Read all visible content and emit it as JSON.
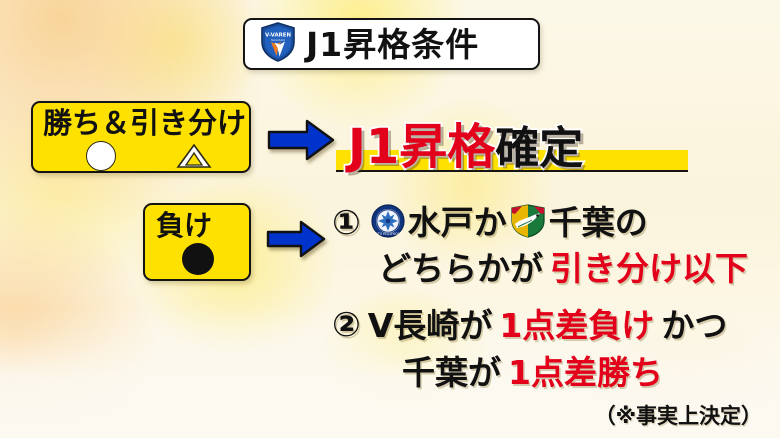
{
  "header": {
    "title": "J1昇格条件",
    "logo_name": "v-varen-nagasaki-crest-icon",
    "logo_text": "V-VAREN"
  },
  "colors": {
    "plate_yellow": "#ffe100",
    "accent_red": "#e2001a",
    "arrow_blue": "#0033cc",
    "text_black": "#111111",
    "plate_white": "#ffffff",
    "background_cream": "#fbf6e6"
  },
  "conditions": {
    "win_plate": {
      "label": "勝ち＆引き分け",
      "marks": [
        "○",
        "△"
      ]
    },
    "win_result": {
      "arrow": "right-arrow-icon",
      "red_text": "J1昇格",
      "black_text": "確定"
    },
    "lose_plate": {
      "label": "負け",
      "marks": [
        "●"
      ]
    },
    "lose_result": {
      "arrow": "right-arrow-icon",
      "items": [
        {
          "number": "①",
          "line1": [
            {
              "kind": "emblem",
              "text": "mito-hollyhock-crest-icon"
            },
            {
              "kind": "black",
              "text": "水戸か"
            },
            {
              "kind": "emblem",
              "text": "jef-united-chiba-crest-icon"
            },
            {
              "kind": "black",
              "text": "千葉の"
            }
          ],
          "line2": [
            {
              "kind": "black",
              "text": "どちらかが"
            },
            {
              "kind": "gap",
              "text": ""
            },
            {
              "kind": "red",
              "text": "引き分け以下"
            }
          ]
        },
        {
          "number": "②",
          "line1": [
            {
              "kind": "black",
              "text": "V長崎が"
            },
            {
              "kind": "gap",
              "text": ""
            },
            {
              "kind": "red",
              "text": "1点差負け"
            },
            {
              "kind": "gap",
              "text": ""
            },
            {
              "kind": "black",
              "text": "かつ"
            }
          ],
          "line2": [
            {
              "kind": "black",
              "text": "千葉が"
            },
            {
              "kind": "gap",
              "text": ""
            },
            {
              "kind": "red",
              "text": "1点差勝ち"
            }
          ]
        }
      ]
    }
  },
  "footnote": "（※事実上決定）"
}
